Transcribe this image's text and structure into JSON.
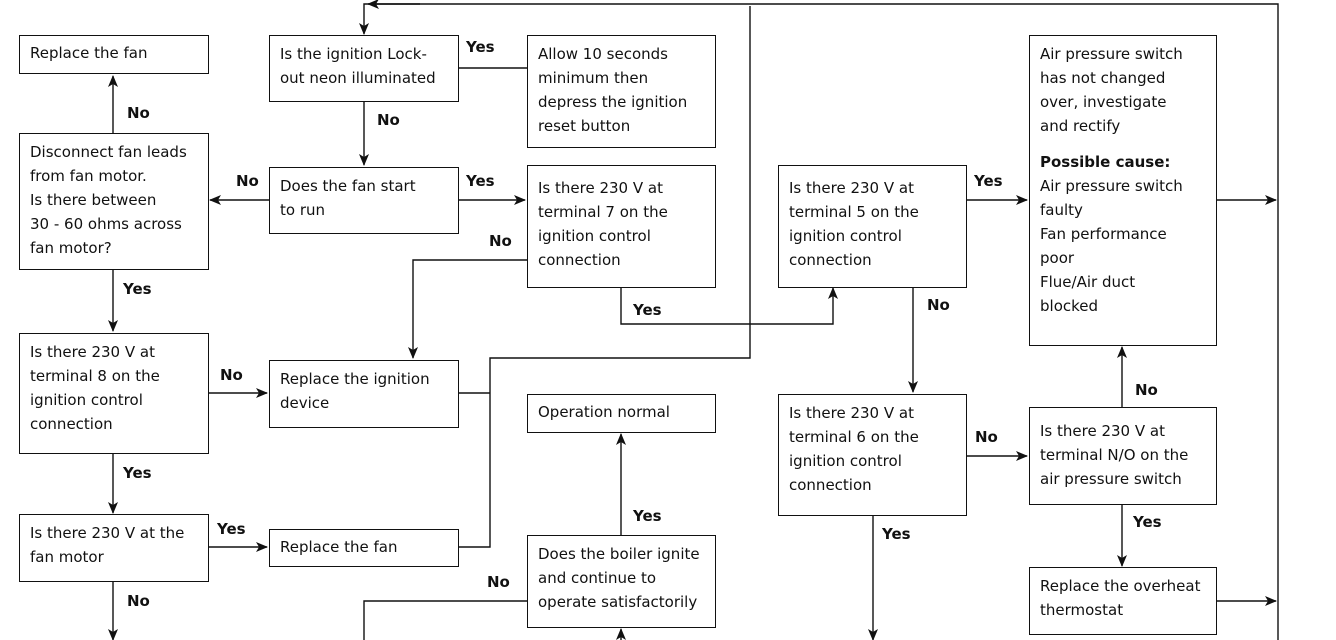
{
  "boxes": {
    "replace_fan_top": {
      "lines": [
        "Replace the fan"
      ]
    },
    "lockout_neon": {
      "lines": [
        "Is the ignition Lock-",
        "out neon illuminated"
      ]
    },
    "allow_10s": {
      "lines": [
        "Allow 10 seconds",
        "minimum then",
        "depress the ignition",
        "reset button"
      ]
    },
    "disconnect_fan": {
      "lines": [
        "Disconnect fan leads",
        "from fan motor.",
        "Is there between",
        "30 - 60 ohms across",
        "fan motor?"
      ]
    },
    "fan_start": {
      "lines": [
        "Does the fan start",
        "to run"
      ]
    },
    "term7": {
      "lines": [
        "Is there 230 V at",
        "terminal 7 on the",
        "ignition control",
        "connection"
      ]
    },
    "term5": {
      "lines": [
        "Is there 230 V at",
        "terminal 5 on the",
        "ignition control",
        "connection"
      ]
    },
    "air_switch": {
      "lines": [
        "Air pressure switch",
        "has not changed",
        "over, investigate",
        "and rectify"
      ],
      "cause_heading": "Possible cause:",
      "causes": [
        "Air pressure switch",
        "faulty",
        "Fan performance",
        "poor",
        "Flue/Air duct",
        "blocked"
      ]
    },
    "term8": {
      "lines": [
        "Is there 230 V at",
        "terminal 8 on the",
        "ignition control",
        "connection"
      ]
    },
    "replace_ignition": {
      "lines": [
        "Replace the ignition",
        "device"
      ]
    },
    "operation_normal": {
      "lines": [
        "Operation normal"
      ]
    },
    "term6": {
      "lines": [
        "Is there 230 V at",
        "terminal 6 on the",
        "ignition control",
        "connection"
      ]
    },
    "term_no": {
      "lines": [
        "Is there 230 V at",
        "terminal N/O on the",
        "air pressure switch"
      ]
    },
    "fan_motor": {
      "lines": [
        "Is there 230 V at the",
        "fan motor"
      ]
    },
    "replace_fan_bottom": {
      "lines": [
        "Replace the fan"
      ]
    },
    "boiler_ignite": {
      "lines": [
        "Does the boiler ignite",
        "and continue to",
        "operate satisfactorily"
      ]
    },
    "replace_overheat": {
      "lines": [
        "Replace the overheat",
        "thermostat"
      ]
    }
  },
  "labels": {
    "yes": "Yes",
    "no": "No"
  }
}
